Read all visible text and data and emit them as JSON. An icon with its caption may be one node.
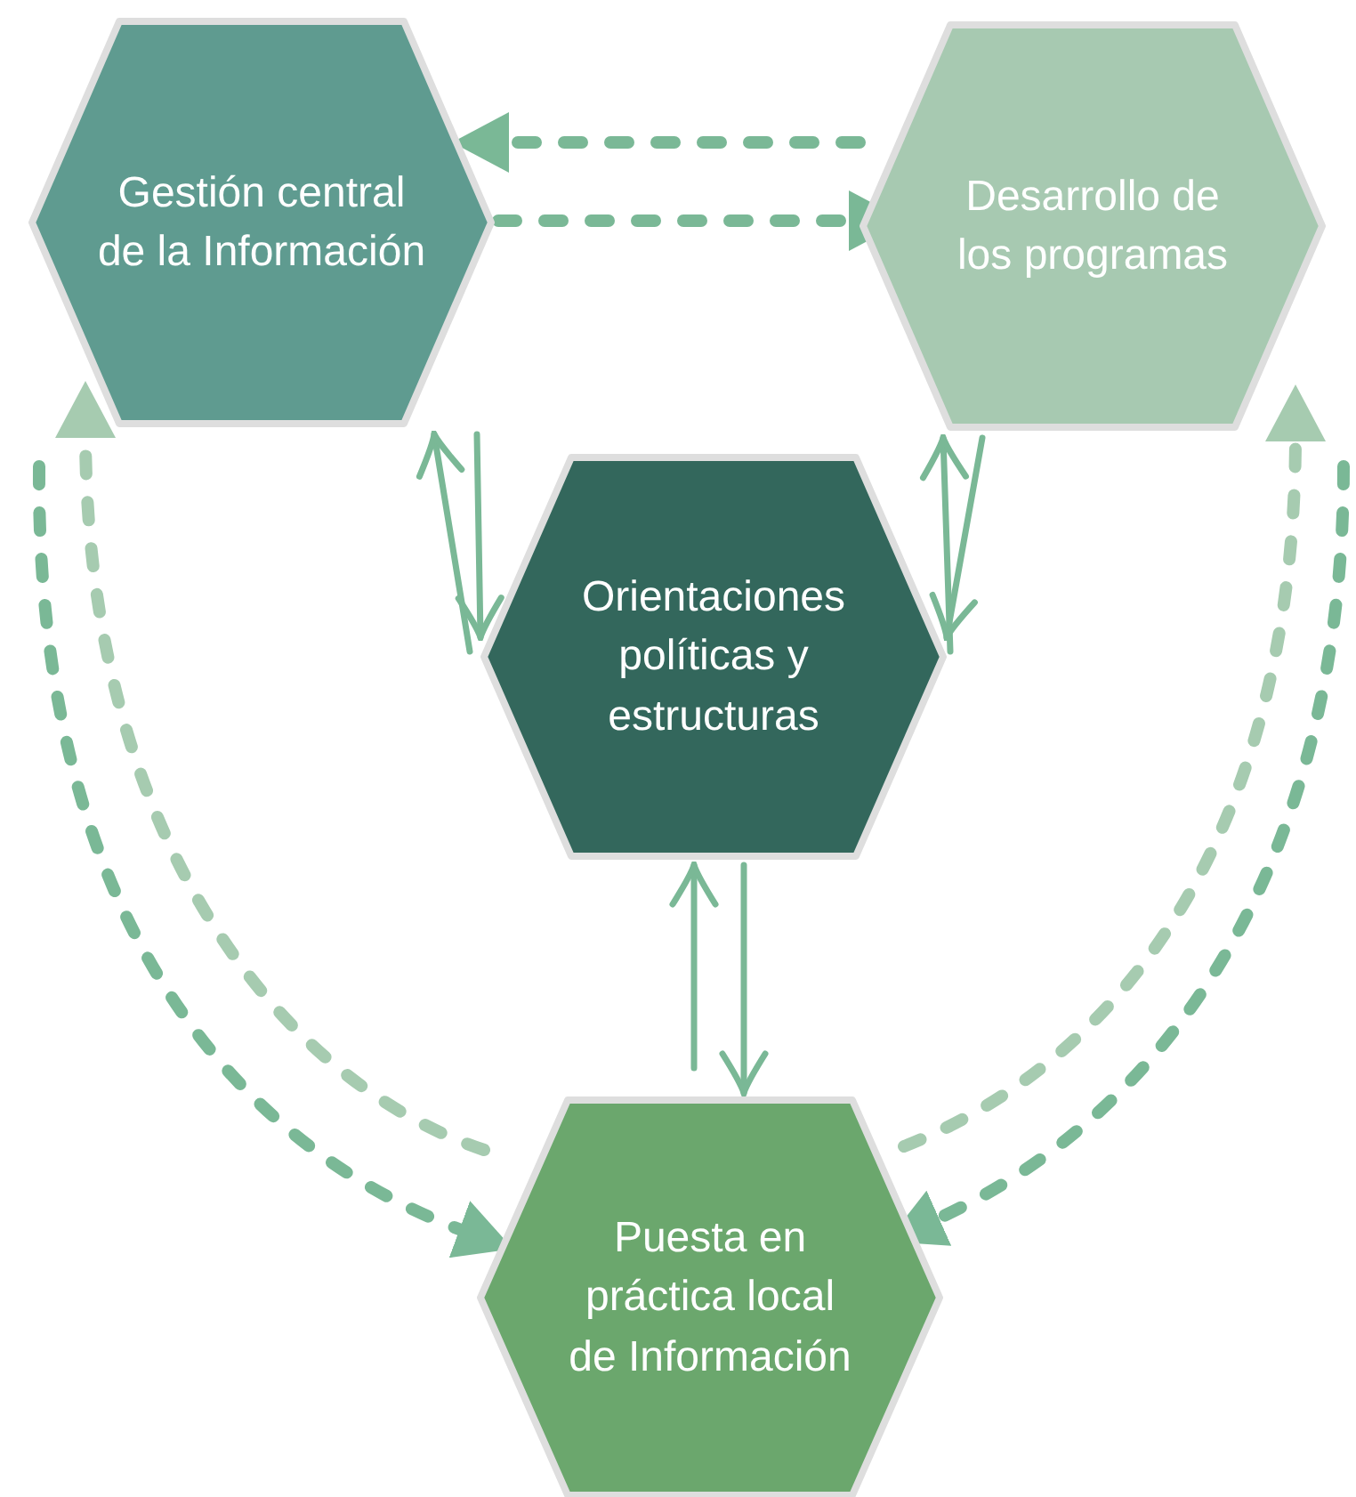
{
  "diagram": {
    "nodes": [
      {
        "text": [
          "Gestión central de la Información"
        ]
      },
      {
        "text": [
          "Desarrollo de los programas"
        ]
      },
      {
        "text": [
          "Orientaciones políticas y estructuras"
        ]
      },
      {
        "text": [
          "Puesta en práctica local de Información"
        ]
      }
    ],
    "edges": [
      {
        "from": 1,
        "to": 0,
        "arrow": "to",
        "style": "dashed"
      },
      {
        "from": 0,
        "to": 1,
        "arrow": "to",
        "style": "dashed"
      },
      {
        "from": 2,
        "to": 0,
        "arrow": "to"
      },
      {
        "from": 0,
        "to": 2,
        "arrow": "to"
      },
      {
        "from": 2,
        "to": 1,
        "arrow": "to"
      },
      {
        "from": 1,
        "to": 2,
        "arrow": "to"
      },
      {
        "from": 3,
        "to": 2,
        "arrow": "to"
      },
      {
        "from": 2,
        "to": 3,
        "arrow": "to"
      },
      {
        "from": 3,
        "to": 0,
        "arrow": "to",
        "style": "dashed",
        "color": "#a6cbb0"
      },
      {
        "from": 0,
        "to": 3,
        "arrow": "to",
        "style": "dashed"
      },
      {
        "from": 3,
        "to": 1,
        "arrow": "to",
        "style": "dashed",
        "color": "#a6cbb0"
      },
      {
        "from": 1,
        "to": 3,
        "arrow": "to",
        "style": "dashed"
      }
    ]
  }
}
